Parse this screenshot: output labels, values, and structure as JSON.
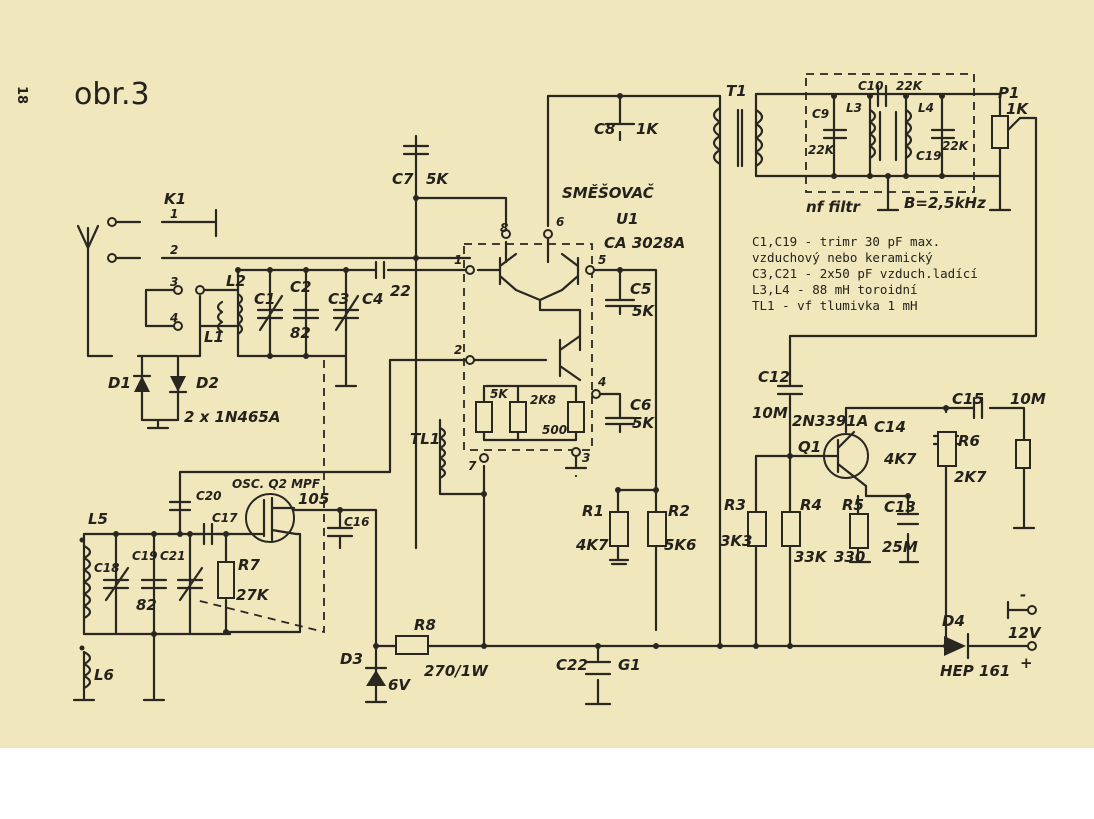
{
  "page": {
    "number": "18",
    "figure": "obr.3",
    "background": "#f0e7bd",
    "ink": "#2a2721"
  },
  "notes": [
    "C1,C19 - trimr 30 pF max.",
    "vzduchový nebo keramický",
    "C3,C21 - 2x50 pF vzduch.ladící",
    "L3,L4 - 88 mH toroidní",
    "TL1 - vf tlumivka 1 mH"
  ],
  "blocks": {
    "mixer": "SMĚŠOVAČ",
    "mixer_ic": "U1",
    "mixer_ic_type": "CA 3028A",
    "oscillator": "OSC. Q2 MPF",
    "oscillator_value": "105",
    "filter": "nf filtr",
    "bandwidth": "B=2,5kHz"
  },
  "labels": {
    "k1": "K1",
    "sw1": "1",
    "sw2": "2",
    "sw3": "3",
    "sw4": "4",
    "d1": "D1",
    "d2": "D2",
    "diodes": "2 x 1N465A",
    "l1": "L1",
    "l2": "L2",
    "c1": "C1",
    "c2": "C2",
    "c2_value": "82",
    "c3": "C3",
    "c4": "C4",
    "c4_value": "22",
    "c7": "C7",
    "c7_value": "5K",
    "c8": "C8",
    "c8_value": "1K",
    "c5": "C5",
    "c5_value": "5K",
    "c6": "C6",
    "c6_value": "5K",
    "pin8": "8",
    "pin6": "6",
    "pin1": "1",
    "pin5": "5",
    "pin2": "2",
    "pin4": "4",
    "pin3": "3",
    "pin7": "7",
    "r_5k": "5K",
    "r_2k8": "2K8",
    "r_500": "500",
    "tl1": "TL1",
    "r1": "R1",
    "r1_value": "4K7",
    "r2": "R2",
    "r2_value": "5K6",
    "t1": "T1",
    "c9": "C9",
    "c9_value": "22K",
    "c10": "C10",
    "c10_value": "22K",
    "l3": "L3",
    "l4": "L4",
    "c19_f": "C19",
    "c19_f_value": "22K",
    "p1": "P1",
    "p1_value": "1K",
    "c12": "C12",
    "c12_value": "10M",
    "q1_type": "2N3391A",
    "q1": "Q1",
    "c14": "C14",
    "c14_value": "4K7",
    "c15": "C15",
    "c15_value": "10M",
    "r6": "R6",
    "r6_value": "2K7",
    "r3": "R3",
    "r3_value": "3K3",
    "r4": "R4",
    "r4_value": "33K",
    "r5": "R5",
    "r5_value": "330",
    "c13": "C13",
    "c13_value": "25M",
    "l5": "L5",
    "l6": "L6",
    "c20": "C20",
    "c17": "C17",
    "c16": "C16",
    "c18": "C18",
    "c19": "C19",
    "c19_value": "82",
    "c21": "C21",
    "r7": "R7",
    "r7_value": "27K",
    "r8": "R8",
    "r8_value": "270/1W",
    "d3": "D3",
    "d3_value": "6V",
    "c22": "C22",
    "c22_value": "G1",
    "d4": "D4",
    "d4_value": "HEP 161",
    "supply": "12V",
    "minus": "-",
    "plus": "+"
  }
}
